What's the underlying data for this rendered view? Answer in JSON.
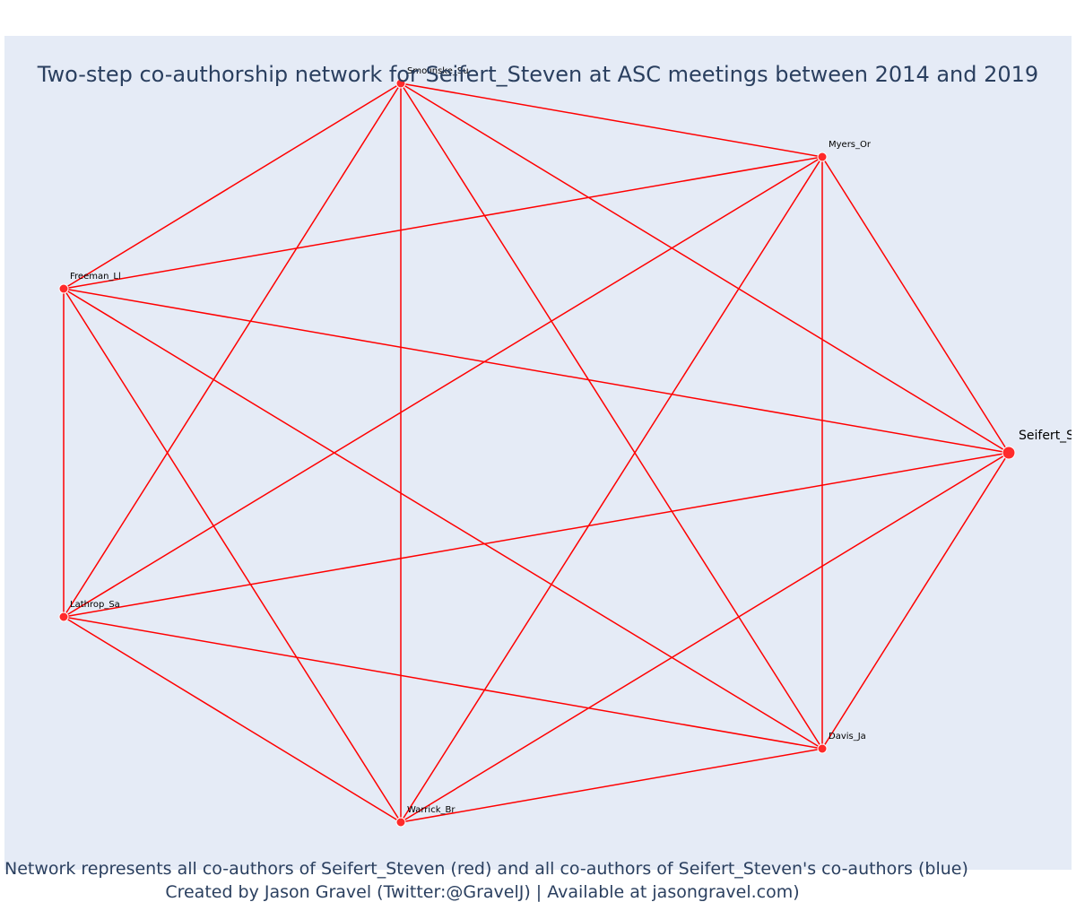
{
  "title": "Two-step co-authorship network for Seifert_Steven at ASC meetings between 2014 and 2019",
  "footer": {
    "line1": "Network represents all co-authors of Seifert_Steven (red) and all co-authors of Seifert_Steven's co-authors (blue)",
    "line2": "Created by Jason Gravel (Twitter:@GravelJ) | Available at jasongravel.com)"
  },
  "colors": {
    "background": "#e5ebf6",
    "edge": "#ff0000",
    "node": "#ff2a2a",
    "node_outline": "#ffffff",
    "title_text": "#2a3f5f"
  },
  "nodes": [
    {
      "id": "smolinske",
      "label": "Smolinske_Su",
      "focal": false
    },
    {
      "id": "myers",
      "label": "Myers_Or",
      "focal": false
    },
    {
      "id": "freeman",
      "label": "Freeman_Ll",
      "focal": false
    },
    {
      "id": "seifert",
      "label": "Seifert_S",
      "focal": true
    },
    {
      "id": "lathrop",
      "label": "Lathrop_Sa",
      "focal": false
    },
    {
      "id": "davis",
      "label": "Davis_Ja",
      "focal": false
    },
    {
      "id": "warrick",
      "label": "Warrick_Br",
      "focal": false
    }
  ],
  "edges": [
    [
      "smolinske",
      "myers"
    ],
    [
      "smolinske",
      "freeman"
    ],
    [
      "smolinske",
      "seifert"
    ],
    [
      "smolinske",
      "lathrop"
    ],
    [
      "smolinske",
      "davis"
    ],
    [
      "smolinske",
      "warrick"
    ],
    [
      "myers",
      "freeman"
    ],
    [
      "myers",
      "seifert"
    ],
    [
      "myers",
      "lathrop"
    ],
    [
      "myers",
      "davis"
    ],
    [
      "myers",
      "warrick"
    ],
    [
      "freeman",
      "seifert"
    ],
    [
      "freeman",
      "lathrop"
    ],
    [
      "freeman",
      "davis"
    ],
    [
      "freeman",
      "warrick"
    ],
    [
      "seifert",
      "lathrop"
    ],
    [
      "seifert",
      "davis"
    ],
    [
      "seifert",
      "warrick"
    ],
    [
      "lathrop",
      "davis"
    ],
    [
      "lathrop",
      "warrick"
    ],
    [
      "davis",
      "warrick"
    ]
  ]
}
